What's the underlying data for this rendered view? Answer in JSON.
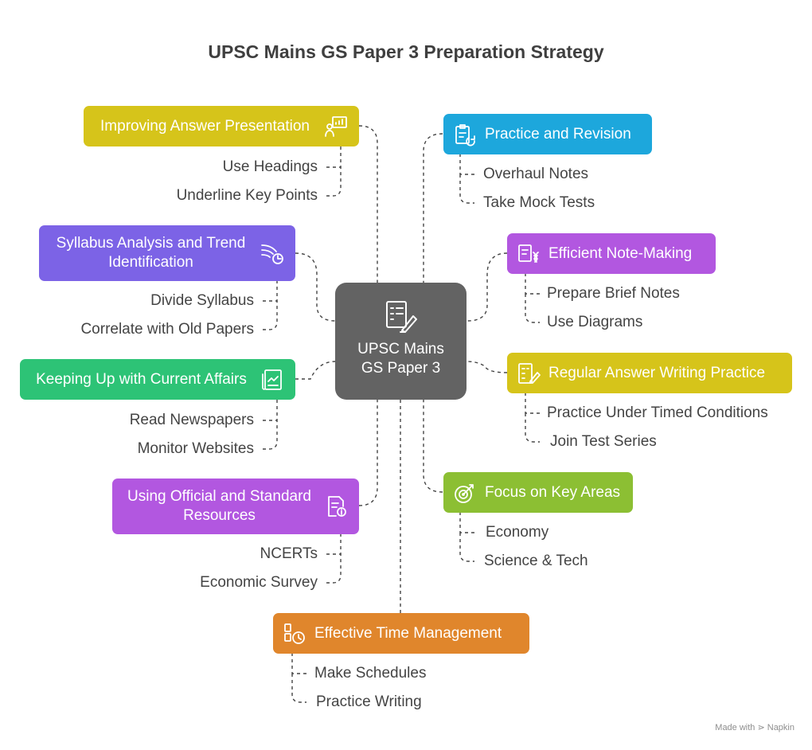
{
  "title": "UPSC Mains GS Paper 3 Preparation Strategy",
  "center": {
    "line1": "UPSC Mains",
    "line2": "GS Paper 3",
    "icon": "writing-document-icon"
  },
  "colors": {
    "presentation": "#D6C41A",
    "syllabus": "#7C63E6",
    "current_affairs": "#2DC376",
    "resources": "#B257E0",
    "practice_revision": "#1DA7DC",
    "note_making": "#B257E0",
    "answer_writing": "#D6C41A",
    "key_areas": "#8CBF33",
    "time_management": "#E0862C",
    "center": "#636363"
  },
  "left": [
    {
      "label": "Improving Answer Presentation",
      "icon": "presentation-chart-icon",
      "items": [
        "Use Headings",
        "Underline Key Points"
      ]
    },
    {
      "label": "Syllabus Analysis and Trend Identification",
      "icon": "trend-analysis-icon",
      "items": [
        "Divide Syllabus",
        "Correlate with Old Papers"
      ]
    },
    {
      "label": "Keeping Up with Current Affairs",
      "icon": "newspaper-chart-icon",
      "items": [
        "Read Newspapers",
        "Monitor Websites"
      ]
    },
    {
      "label": "Using Official and Standard Resources",
      "icon": "document-info-icon",
      "items": [
        "NCERTs",
        "Economic Survey"
      ]
    }
  ],
  "right": [
    {
      "label": "Practice and Revision",
      "icon": "clipboard-refresh-icon",
      "items": [
        "Overhaul Notes",
        "Take Mock Tests"
      ]
    },
    {
      "label": "Efficient Note-Making",
      "icon": "notes-dna-icon",
      "items": [
        "Prepare Brief Notes",
        "Use Diagrams"
      ]
    },
    {
      "label": "Regular Answer Writing Practice",
      "icon": "checklist-pencil-icon",
      "items": [
        "Practice Under Timed Conditions",
        "Join Test Series"
      ]
    },
    {
      "label": "Focus on Key Areas",
      "icon": "target-icon",
      "items": [
        "Economy",
        "Science & Tech"
      ]
    }
  ],
  "bottom": {
    "label": "Effective Time Management",
    "icon": "schedule-clock-icon",
    "items": [
      "Make Schedules",
      "Practice Writing"
    ]
  },
  "credit": "Made with ⋗ Napkin"
}
